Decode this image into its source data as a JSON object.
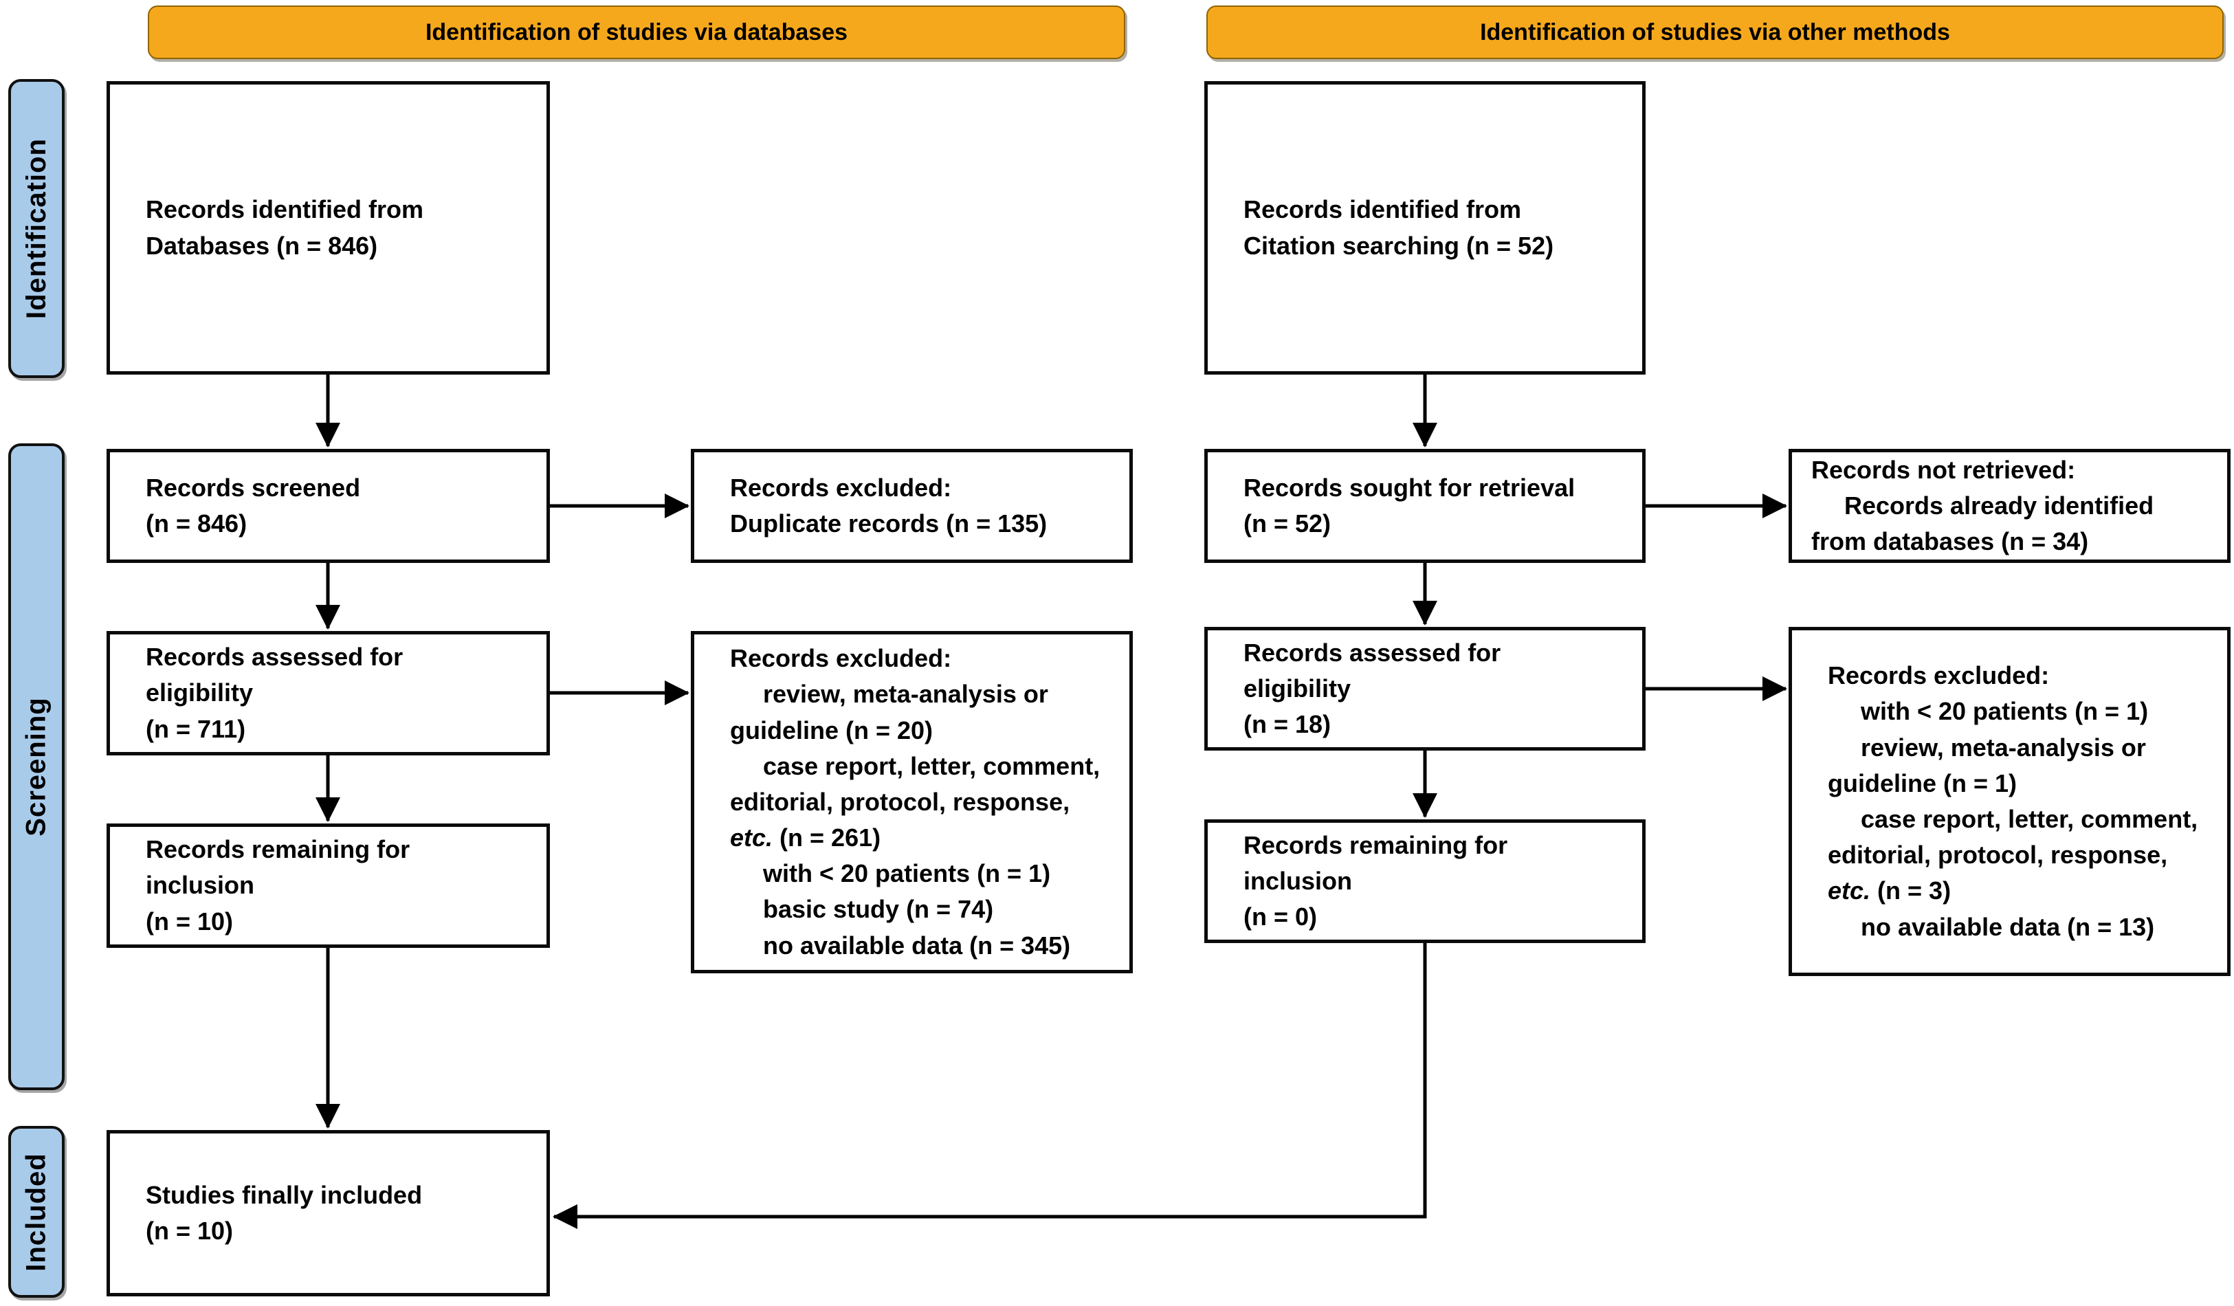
{
  "colors": {
    "banner": "#F6A81C",
    "sidebar": "#A9CBEA"
  },
  "banners": {
    "left": "Identification of studies via databases",
    "right": "Identification of studies via other methods"
  },
  "stages": {
    "identification": "Identification",
    "screening": "Screening",
    "included": "Included"
  },
  "boxes": {
    "db_identified": {
      "lines": [
        {
          "text": "Records identified from"
        },
        {
          "text": "Databases (n = 846)"
        }
      ]
    },
    "db_screened": {
      "lines": [
        {
          "text": "Records screened"
        },
        {
          "text": "(n = 846)"
        }
      ]
    },
    "db_duplicates": {
      "lines": [
        {
          "text": "Records excluded:"
        },
        {
          "text": "Duplicate records (n = 135)"
        }
      ]
    },
    "db_assessed": {
      "lines": [
        {
          "text": "Records assessed for"
        },
        {
          "text": "eligibility"
        },
        {
          "text": "(n = 711)"
        }
      ]
    },
    "db_excluded": {
      "lines": [
        {
          "text": "Records excluded:"
        },
        {
          "text": "review, meta-analysis or",
          "indent": true
        },
        {
          "text": "guideline (n = 20)"
        },
        {
          "text": "case report, letter, comment,",
          "indent": true
        },
        {
          "text": "editorial, protocol, response,"
        },
        {
          "italic": "etc.",
          "text": " (n = 261)"
        },
        {
          "text": "with < 20 patients (n = 1)",
          "indent": true
        },
        {
          "text": "basic study (n = 74)",
          "indent": true
        },
        {
          "text": "no available data (n = 345)",
          "indent": true
        }
      ]
    },
    "db_remaining": {
      "lines": [
        {
          "text": "Records remaining for"
        },
        {
          "text": "inclusion"
        },
        {
          "text": "(n = 10)"
        }
      ]
    },
    "final_included": {
      "lines": [
        {
          "text": "Studies finally included"
        },
        {
          "text": "(n = 10)"
        }
      ]
    },
    "other_identified": {
      "lines": [
        {
          "text": "Records identified from"
        },
        {
          "text": "Citation searching (n = 52)"
        }
      ]
    },
    "other_sought": {
      "lines": [
        {
          "text": "Records sought for retrieval"
        },
        {
          "text": "(n = 52)"
        }
      ]
    },
    "other_not_retrieved": {
      "lines": [
        {
          "text": "Records not retrieved:"
        },
        {
          "text": "Records already identified",
          "indent": true
        },
        {
          "text": "from databases (n = 34)"
        }
      ]
    },
    "other_assessed": {
      "lines": [
        {
          "text": "Records assessed for"
        },
        {
          "text": "eligibility"
        },
        {
          "text": "(n = 18)"
        }
      ]
    },
    "other_excluded": {
      "lines": [
        {
          "text": "Records excluded:"
        },
        {
          "text": "with < 20 patients (n = 1)",
          "indent": true
        },
        {
          "text": "review, meta-analysis or",
          "indent": true
        },
        {
          "text": "guideline (n = 1)"
        },
        {
          "text": "case report, letter, comment,",
          "indent": true
        },
        {
          "text": "editorial, protocol, response,"
        },
        {
          "italic": "etc.",
          "text": " (n = 3)"
        },
        {
          "text": "no available data (n = 13)",
          "indent": true
        }
      ]
    },
    "other_remaining": {
      "lines": [
        {
          "text": "Records remaining for"
        },
        {
          "text": "inclusion"
        },
        {
          "text": "(n = 0)"
        }
      ]
    }
  }
}
